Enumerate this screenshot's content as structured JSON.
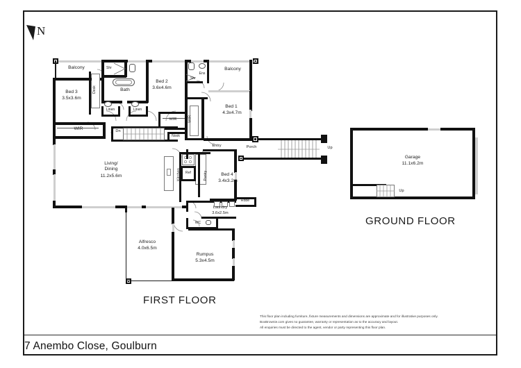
{
  "document": {
    "address": "7 Anembo Close, Goulburn",
    "disclaimer_lines": [
      "This floor plan including furniture, fixture measurements and dimensions are approximate and for illustrative purposes only.",
      "BoxBrownie.com gives no guarantee, warranty or representation as to the accuracy and layout.",
      "All enquiries must be directed to the agent, vendor or party representing this floor plan."
    ],
    "north_label": "N"
  },
  "floors": [
    {
      "id": "first-floor",
      "title": "FIRST FLOOR",
      "rooms": [
        {
          "name": "Balcony",
          "label": "Balcony",
          "dims": ""
        },
        {
          "name": "Shr",
          "label": "Shr",
          "dims": ""
        },
        {
          "name": "Bath",
          "label": "Bath",
          "dims": ""
        },
        {
          "name": "Desk",
          "label": "Desk",
          "dims": ""
        },
        {
          "name": "Bed 3",
          "label": "Bed 3",
          "dims": "3.5x3.6m"
        },
        {
          "name": "Linen Left",
          "label": "Linen",
          "dims": ""
        },
        {
          "name": "Linen Right",
          "label": "Linen",
          "dims": ""
        },
        {
          "name": "WIR Bed 3",
          "label": "WIR",
          "dims": ""
        },
        {
          "name": "Bed 2",
          "label": "Bed 2",
          "dims": "3.6x4.6m"
        },
        {
          "name": "WIR Bed 2",
          "label": "WIR",
          "dims": ""
        },
        {
          "name": "Dn",
          "label": "Dn",
          "dims": ""
        },
        {
          "name": "Nook",
          "label": "Nook",
          "dims": ""
        },
        {
          "name": "Ens",
          "label": "Ens",
          "dims": ""
        },
        {
          "name": "Shr Ens",
          "label": "Shr",
          "dims": ""
        },
        {
          "name": "Balcony Bed 1",
          "label": "Balcony",
          "dims": ""
        },
        {
          "name": "WIR Bed 1",
          "label": "WIR",
          "dims": ""
        },
        {
          "name": "Bed 1",
          "label": "Bed 1",
          "dims": "4.3x4.7m"
        },
        {
          "name": "Entry",
          "label": "Entry",
          "dims": ""
        },
        {
          "name": "Porch",
          "label": "Porch",
          "dims": ""
        },
        {
          "name": "Up",
          "label": "Up",
          "dims": ""
        },
        {
          "name": "Living/Dining",
          "label": "Living/\nDining",
          "dims": "11.2x5.6m"
        },
        {
          "name": "Kitchen",
          "label": "Kitchen",
          "dims": ""
        },
        {
          "name": "Ref",
          "label": "Ref",
          "dims": ""
        },
        {
          "name": "Pantry",
          "label": "Pantry",
          "dims": ""
        },
        {
          "name": "Bed 4",
          "label": "Bed 4",
          "dims": "3.4x3.2m"
        },
        {
          "name": "Robe",
          "label": "Robe",
          "dims": ""
        },
        {
          "name": "Laundry",
          "label": "Laundry",
          "dims": "3.6x2.5m"
        },
        {
          "name": "WC",
          "label": "WC",
          "dims": ""
        },
        {
          "name": "Alfresco",
          "label": "Alfresco",
          "dims": "4.0x6.5m"
        },
        {
          "name": "Rumpus",
          "label": "Rumpus",
          "dims": "5.3x4.5m"
        }
      ]
    },
    {
      "id": "ground-floor",
      "title": "GROUND FLOOR",
      "rooms": [
        {
          "name": "Garage",
          "label": "Garage",
          "dims": "11.1x6.2m"
        },
        {
          "name": "Up",
          "label": "Up",
          "dims": ""
        }
      ]
    }
  ],
  "labels": {
    "balcony_left": "Balcony",
    "balcony_right": "Balcony",
    "shr_bath": "Shr",
    "bath": "Bath",
    "desk": "Desk",
    "bed3_name": "Bed 3",
    "bed3_dims": "3.5x3.6m",
    "linen_left": "Linen",
    "linen_right": "Linen",
    "wir_bed3": "WIR",
    "bed2_name": "Bed 2",
    "bed2_dims": "3.6x4.6m",
    "wir_bed2": "WIR",
    "dn": "Dn",
    "nook": "Nook",
    "ens": "Ens",
    "shr_ens": "Shr",
    "wir_bed1": "WIR",
    "bed1_name": "Bed 1",
    "bed1_dims": "4.3x4.7m",
    "entry": "Entry",
    "porch": "Porch",
    "up_first": "Up",
    "living_name": "Living/\nDining",
    "living_dims": "11.2x5.6m",
    "kitchen": "Kitchen",
    "ref": "Ref",
    "pantry": "Pantry",
    "bed4_name": "Bed 4",
    "bed4_dims": "3.4x3.2m",
    "robe": "Robe",
    "laundry_name": "Laundry",
    "laundry_dims": "3.6x2.5m",
    "wc": "WC",
    "alfresco_name": "Alfresco",
    "alfresco_dims": "4.0x6.5m",
    "rumpus_name": "Rumpus",
    "rumpus_dims": "5.3x4.5m",
    "garage_name": "Garage",
    "garage_dims": "11.1x6.2m",
    "up_ground": "Up",
    "first_floor_title": "FIRST FLOOR",
    "ground_floor_title": "GROUND FLOOR"
  },
  "colors": {
    "wall": "#111111",
    "glazing": "#cfcfcf",
    "fixture_outline": "#555555",
    "text": "#1a1a1a",
    "frame": "#1a1a1a",
    "disclaimer_text": "#3a3a3a",
    "background": "#ffffff"
  }
}
